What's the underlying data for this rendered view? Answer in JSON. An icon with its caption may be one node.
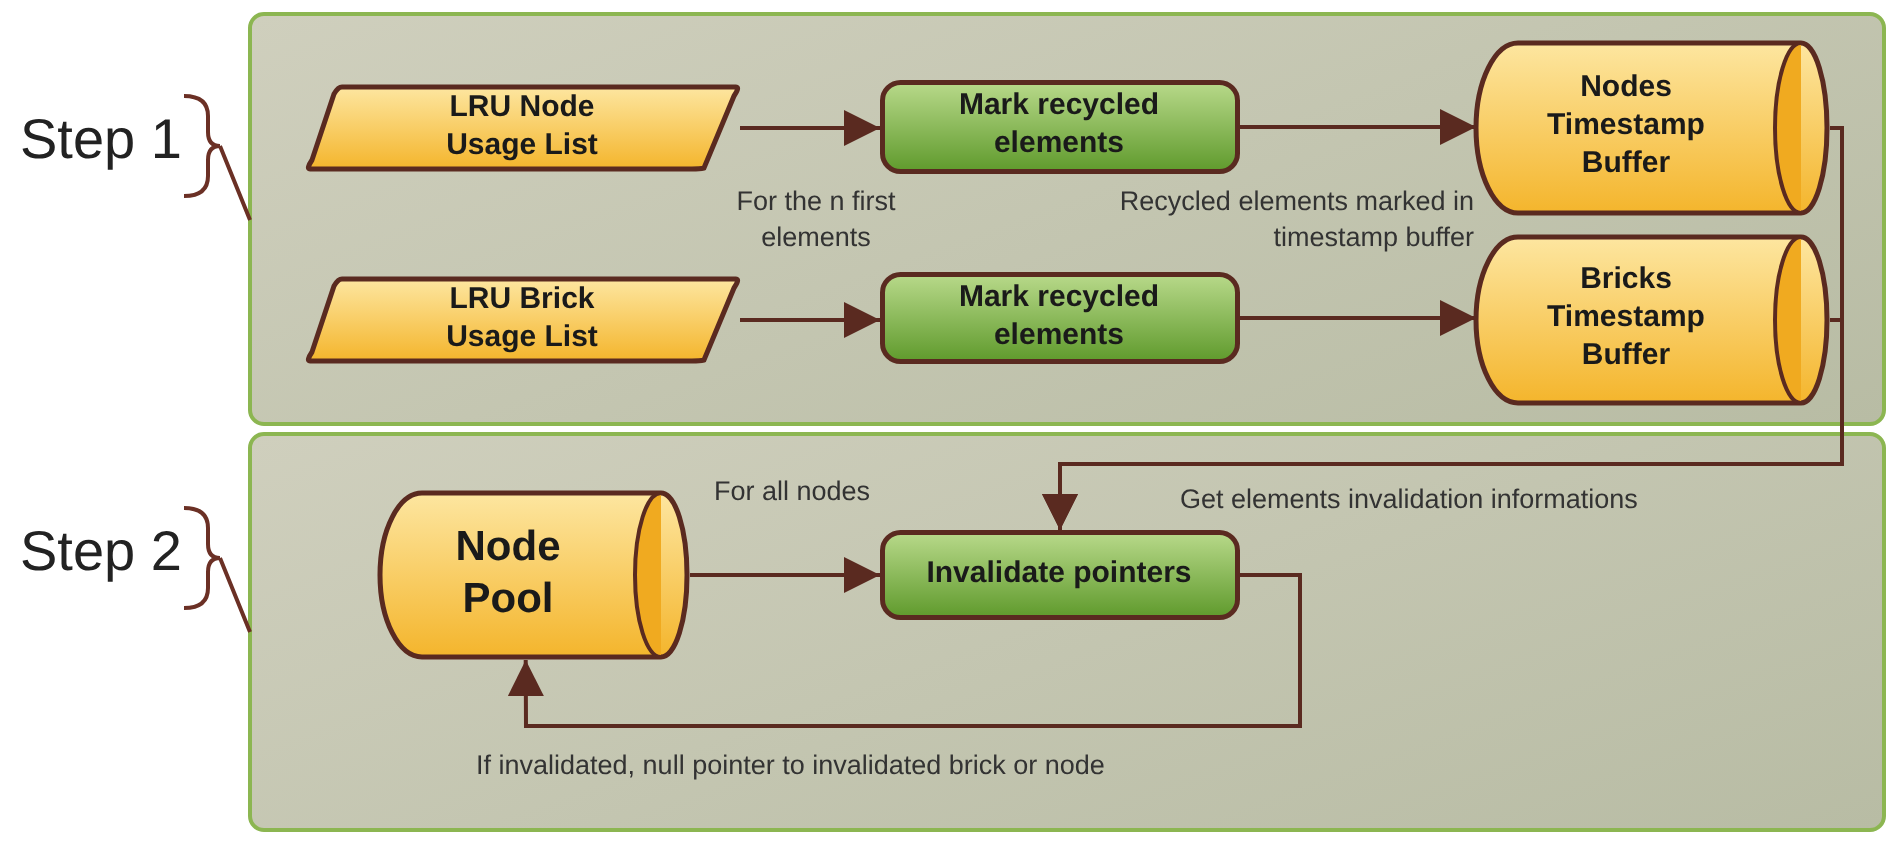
{
  "diagram": {
    "nodes": [
      {
        "text": [],
        "shape": "box",
        "beside": [
          "Step 1"
        ]
      },
      {
        "text": [
          "LRU Node Usage List"
        ],
        "in": 0
      },
      {
        "text": [
          "Mark recycled elements"
        ],
        "in": 0
      },
      {
        "text": [
          "Nodes Timestamp Buffer"
        ],
        "in": 0
      },
      {
        "text": [
          "LRU Brick Usage List"
        ],
        "in": 0
      },
      {
        "text": [
          "Mark recycled elements"
        ],
        "in": 0
      },
      {
        "text": [
          "Bricks Timestamp Buffer"
        ],
        "in": 0
      },
      {
        "text": [],
        "shape": "box",
        "beside": [
          "Step 2"
        ]
      },
      {
        "text": [
          "Node Pool"
        ],
        "in": 7
      },
      {
        "text": [
          "Invalidate pointers"
        ],
        "in": 7
      }
    ],
    "edges": [
      {
        "from": 1,
        "to": 2,
        "arrow": "to",
        "label": "For the n first elements"
      },
      {
        "from": 2,
        "to": 3,
        "arrow": "to",
        "label": "Recycled elements marked in timestamp buffer"
      },
      {
        "from": 4,
        "to": 5,
        "arrow": "to"
      },
      {
        "from": 5,
        "to": 6,
        "arrow": "to"
      },
      {
        "from": 3,
        "to": 9,
        "arrow": "to",
        "label": "Get elements invalidation informations"
      },
      {
        "from": 6,
        "to": 9,
        "arrow": "to"
      },
      {
        "from": 8,
        "to": 9,
        "arrow": "to",
        "label": "For all nodes"
      },
      {
        "from": 9,
        "to": 8,
        "arrow": "to",
        "label": "If invalidated, null pointer to invalidated brick or node"
      }
    ]
  }
}
